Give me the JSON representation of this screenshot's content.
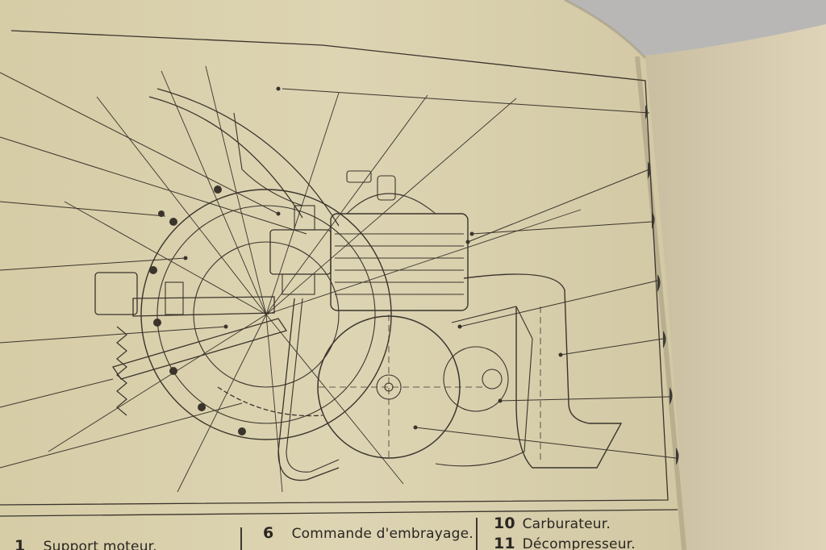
{
  "legend": {
    "col1": [
      {
        "num": "1",
        "label": "Support moteur."
      }
    ],
    "col2": [
      {
        "num": "6",
        "label": "Commande d'embrayage."
      }
    ],
    "col3": [
      {
        "num": "10",
        "label": "Carburateur."
      },
      {
        "num": "11",
        "label": "Décompresseur."
      }
    ]
  },
  "colors": {
    "page": "#dcd3b0",
    "ink": "#3a342c",
    "background": "#b7b6b4"
  }
}
